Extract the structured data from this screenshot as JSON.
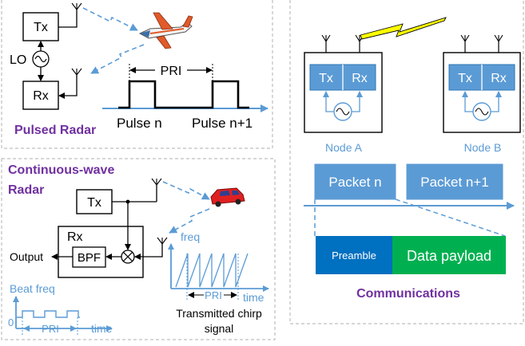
{
  "pulsed_radar": {
    "title": "Pulsed Radar",
    "tx": "Tx",
    "rx": "Rx",
    "lo": "LO",
    "pri": "PRI",
    "pulse_n": "Pulse n",
    "pulse_n1": "Pulse n+1"
  },
  "cw_radar": {
    "title_line1": "Continuous-wave",
    "title_line2": "Radar",
    "tx": "Tx",
    "rx": "Rx",
    "bpf": "BPF",
    "output": "Output",
    "beat_freq": "Beat freq",
    "zero": "0",
    "pri_beat": "PRI",
    "time_beat": "time",
    "freq": "freq",
    "pri_chirp": "PRI",
    "time_chirp": "time",
    "chirp_caption_line1": "Transmitted chirp",
    "chirp_caption_line2": "signal"
  },
  "communications": {
    "title": "Communications",
    "node_a": {
      "label": "Node A",
      "tx": "Tx",
      "rx": "Rx"
    },
    "node_b": {
      "label": "Node B",
      "tx": "Tx",
      "rx": "Rx"
    },
    "packet_n": "Packet n",
    "packet_n1": "Packet n+1",
    "preamble": "Preamble",
    "data_payload": "Data payload"
  },
  "colors": {
    "title_purple": "#7030a0",
    "block_blue": "#5b9bd5",
    "block_blue_dark": "#2e75b6",
    "preamble_blue": "#0070c0",
    "payload_green": "#00b050",
    "node_label_blue": "#5b9bd5",
    "lightning_yellow": "#ffff00",
    "panel_border": "#bfbfbf"
  }
}
